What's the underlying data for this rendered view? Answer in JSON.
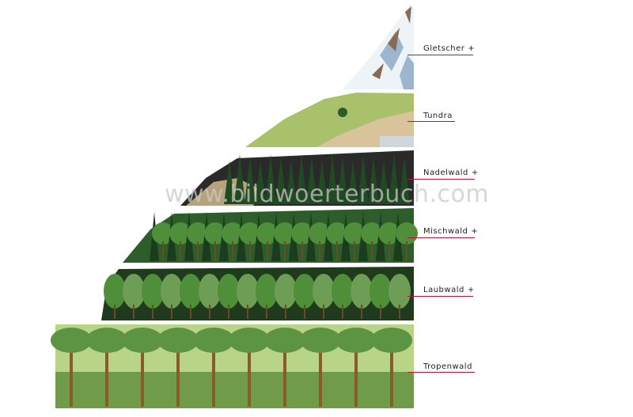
{
  "watermark": "www.bildwoerterbuch.com",
  "zones": [
    {
      "name": "Gletscher",
      "more": "+"
    },
    {
      "name": "Tundra",
      "more": ""
    },
    {
      "name": "Nadelwald",
      "more": "+"
    },
    {
      "name": "Mischwald",
      "more": "+"
    },
    {
      "name": "Laubwald",
      "more": "+"
    },
    {
      "name": "Tropenwald",
      "more": ""
    }
  ],
  "colors": {
    "leader_line": "#c8102e",
    "glacier_ice": "#eef3f7",
    "glacier_shadow": "#9cb6cf",
    "rock": "#8a6a52",
    "grass": "#a9c16a",
    "conifer": "#1f4a22",
    "deciduous": "#4f8f3a",
    "tropical": "#5d9444"
  }
}
